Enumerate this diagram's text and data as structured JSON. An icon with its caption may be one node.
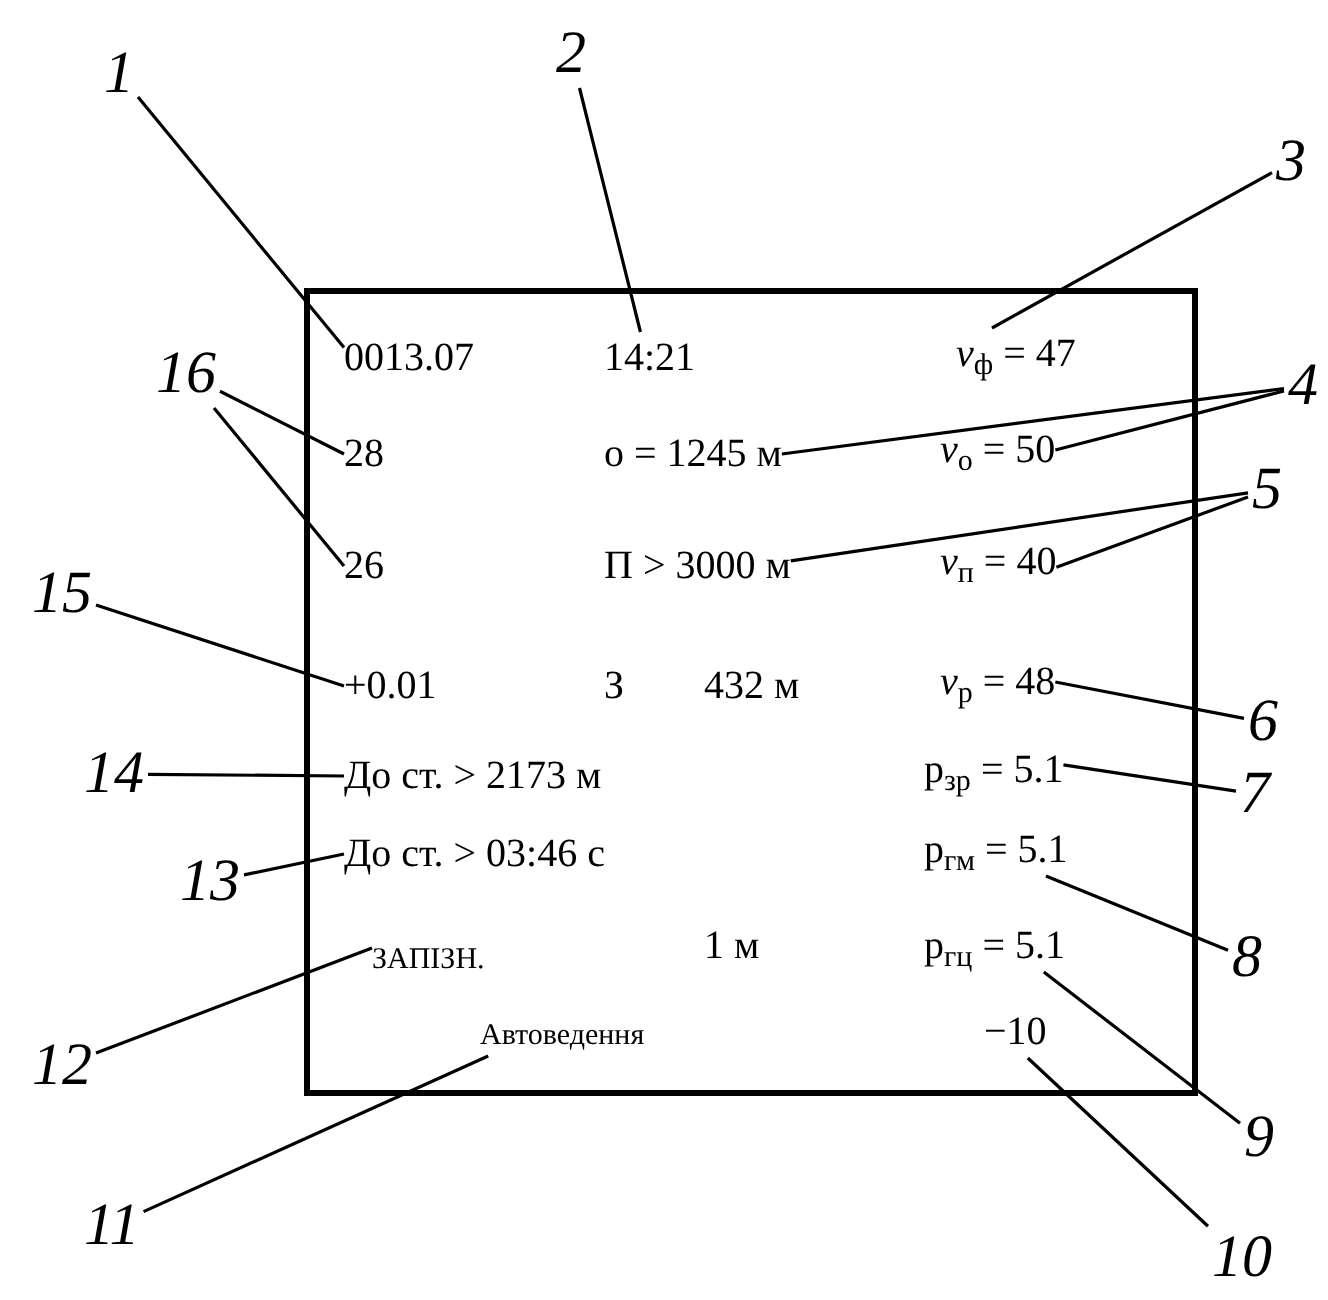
{
  "diagram": {
    "nodes": [
      {
        "text": [],
        "shape": "box"
      },
      {
        "text": [
          "0013.07"
        ],
        "in": 0
      },
      {
        "text": [
          "14:21"
        ],
        "in": 0
      },
      {
        "text": [
          "*v*$_{ф}$ = 47"
        ],
        "in": 0
      },
      {
        "text": [
          "28"
        ],
        "in": 0
      },
      {
        "text": [
          "о = 1245 м"
        ],
        "in": 0
      },
      {
        "text": [
          "*v*$_{о}$ = 50"
        ],
        "in": 0
      },
      {
        "text": [
          "26"
        ],
        "in": 0
      },
      {
        "text": [
          "П > 3000 м"
        ],
        "in": 0
      },
      {
        "text": [
          "*v*$_{п}$ = 40"
        ],
        "in": 0
      },
      {
        "text": [
          "+0.01"
        ],
        "in": 0
      },
      {
        "text": [
          "*v*$_{р}$ = 48"
        ],
        "in": 0
      },
      {
        "text": [
          "До ст. > 2173 м"
        ],
        "in": 0
      },
      {
        "text": [
          "p$_{зр}$ = 5.1"
        ],
        "in": 0
      },
      {
        "text": [
          "До ст. > 03:46 с"
        ],
        "in": 0
      },
      {
        "text": [
          "p$_{гм}$ = 5.1"
        ],
        "in": 0
      },
      {
        "text": [
          "ЗАПІЗН."
        ],
        "in": 0
      },
      {
        "text": [
          "p$_{гц}$ = 5.1"
        ],
        "in": 0
      },
      {
        "text": [
          "Автоведення"
        ],
        "in": 0
      },
      {
        "text": [
          "−10"
        ],
        "in": 0
      },
      {
        "text": [
          "1"
        ]
      },
      {
        "text": [
          "2"
        ]
      },
      {
        "text": [
          "3"
        ]
      },
      {
        "text": [
          "4"
        ]
      },
      {
        "text": [
          "5"
        ]
      },
      {
        "text": [
          "6"
        ]
      },
      {
        "text": [
          "7"
        ]
      },
      {
        "text": [
          "8"
        ]
      },
      {
        "text": [
          "9"
        ]
      },
      {
        "text": [
          "10"
        ]
      },
      {
        "text": [
          "11"
        ]
      },
      {
        "text": [
          "12"
        ]
      },
      {
        "text": [
          "13"
        ]
      },
      {
        "text": [
          "14"
        ]
      },
      {
        "text": [
          "15"
        ]
      },
      {
        "text": [
          "16"
        ]
      }
    ],
    "edges": [
      {
        "from": 20,
        "to": 1,
        "arrow": "none"
      },
      {
        "from": 21,
        "to": 2,
        "arrow": "none"
      },
      {
        "from": 22,
        "to": 3,
        "arrow": "none"
      },
      {
        "from": 23,
        "to": 5,
        "arrow": "none"
      },
      {
        "from": 23,
        "to": 6,
        "arrow": "none"
      },
      {
        "from": 24,
        "to": 8,
        "arrow": "none"
      },
      {
        "from": 24,
        "to": 9,
        "arrow": "none"
      },
      {
        "from": 25,
        "to": 11,
        "arrow": "none"
      },
      {
        "from": 26,
        "to": 13,
        "arrow": "none"
      },
      {
        "from": 27,
        "to": 15,
        "arrow": "none"
      },
      {
        "from": 28,
        "to": 17,
        "arrow": "none"
      },
      {
        "from": 29,
        "to": 19,
        "arrow": "none"
      },
      {
        "from": 30,
        "to": 18,
        "arrow": "none"
      },
      {
        "from": 31,
        "to": 16,
        "arrow": "none"
      },
      {
        "from": 32,
        "to": 14,
        "arrow": "none"
      },
      {
        "from": 33,
        "to": 12,
        "arrow": "none"
      },
      {
        "from": 34,
        "to": 10,
        "arrow": "none"
      },
      {
        "from": 35,
        "to": 4,
        "arrow": "none"
      },
      {
        "from": 35,
        "to": 7,
        "arrow": "none"
      }
    ],
    "labels": [
      "З",
      "432 м",
      "1 м"
    ]
  }
}
